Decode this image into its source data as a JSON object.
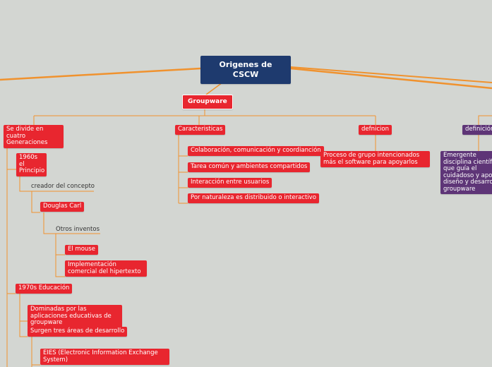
{
  "colors": {
    "background": "#d3d6d2",
    "node_red": "#e8262f",
    "root_navy": "#1e3a6e",
    "node_purple": "#5e3577",
    "connector_orange": "#f0922e"
  },
  "root": {
    "label": "Origenes de CSCW"
  },
  "groupware": {
    "label": "Groupware",
    "generaciones": {
      "label": "Se divide en cuatro Generaciones",
      "g1960": {
        "label": "1960s el Principio",
        "creador": "creador del concepto",
        "douglas": "Douglas Carl",
        "otros": "Otros inventos",
        "inventos": [
          "El mouse",
          "Implementación comercial del hipertexto"
        ]
      },
      "g1970": {
        "label": "1970s Educación",
        "children": [
          "Dominadas por las aplicaciones educativas de groupware",
          "Surgen tres áreas de desarrollo"
        ],
        "areas": [
          "EIES (Electronic Information Exchange System)"
        ]
      }
    },
    "caracteristicas": {
      "label": "Caracteristicas",
      "items": [
        "Colaboración, comunicación y coordianción",
        "Tarea común y ambientes compartidos",
        "Interacción entre usuarios",
        "Por naturaleza es distribuido o interactivo"
      ]
    },
    "definicion": {
      "label": "defnicion",
      "text": "Proceso de grupo intencionados más el software para apoyarlos"
    }
  },
  "definicion2": {
    "label": "definición",
    "text": "Emergente disciplina científica que guía el cuidadoso y apoyo diseño y desarrollo groupware"
  }
}
